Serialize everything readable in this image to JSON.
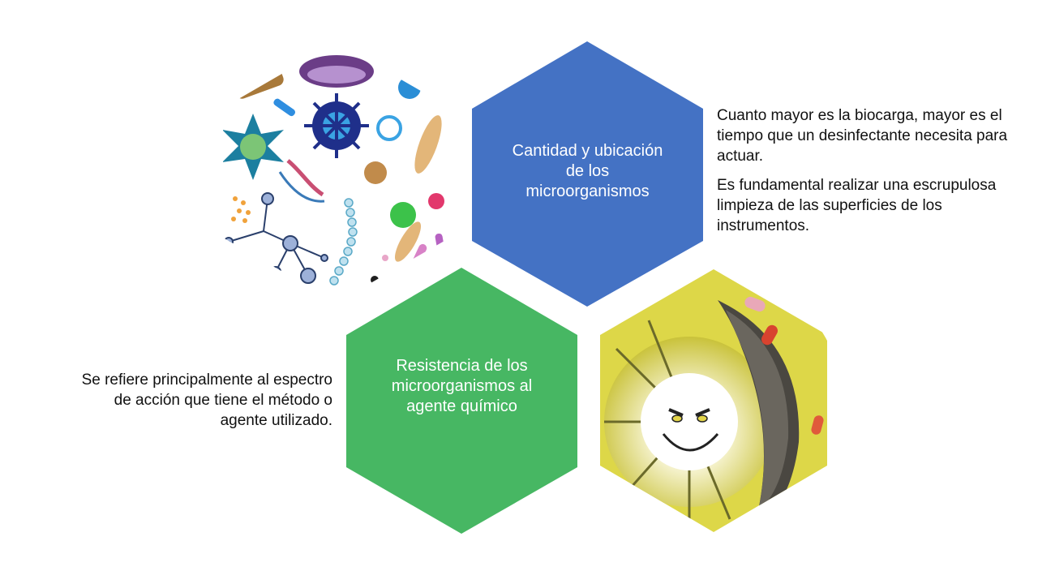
{
  "hexagons": {
    "top": {
      "label": "Cantidad y ubicación de los microorganismos",
      "color": "#4472C4"
    },
    "bottom": {
      "label": "Resistencia de los microorganismos al agente químico",
      "color": "#47B763"
    }
  },
  "descriptions": {
    "top_right": [
      "Cuanto mayor es la biocarga, mayor es el tiempo que un desinfectante necesita para actuar.",
      "Es fundamental realizar una escrupulosa limpieza de las superficies de los instrumentos."
    ],
    "bottom_left": "Se refiere principalmente al espectro de acción que tiene el método o agente utilizado."
  },
  "images": {
    "top_left": "microorganisms-collage",
    "bottom_right": "germ-cartoon-with-shield"
  }
}
